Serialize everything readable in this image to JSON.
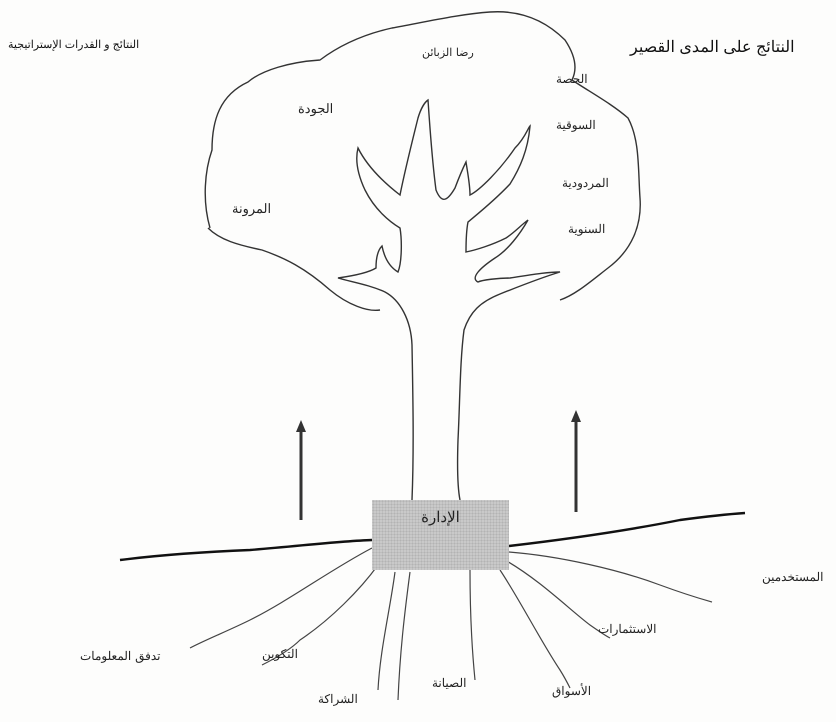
{
  "header": {
    "short_term_results": "النتائج على المدى القصير",
    "results_and_strategic_capabilities": "النتائج و القدرات الإستراتيجية"
  },
  "crown_labels": {
    "customer_satisfaction": "رضا الزبائن",
    "share": "الحصة",
    "quality": "الجودة",
    "reputation": "السوقية",
    "profitability": "المردودية",
    "flexibility": "المرونة",
    "annual": "السنوية"
  },
  "trunk": {
    "management": "الإدارة"
  },
  "root_labels": {
    "users": "المستخدمين",
    "investments": "الاستثمارات",
    "training": "التكوين",
    "information_flow": "تدفق المعلومات",
    "maintenance": "الصيانة",
    "markets": "الأسواق",
    "partnership": "الشراكة"
  }
}
